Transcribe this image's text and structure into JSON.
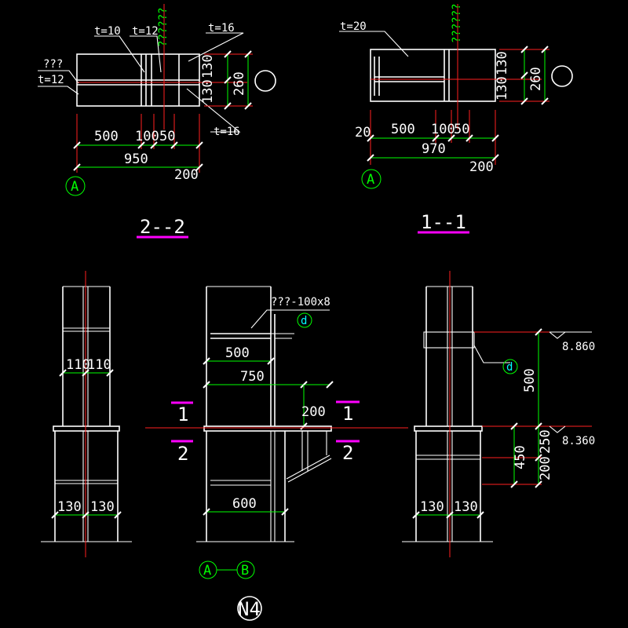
{
  "colors": {
    "background": "#000000",
    "lines": "#ffffff",
    "dimensions": "#00ff00",
    "centerlines": "#ff2020",
    "section_marks": "#ff00ff",
    "detail_bubble": "#00ffff"
  },
  "sections": {
    "s22": {
      "title": "2--2",
      "t10": "t=10",
      "t12": "t=12",
      "t16_top": "t=16",
      "t16_bot": "t=16",
      "unknown_left": "???",
      "t12_left": "t=12",
      "vertical_q": "??????",
      "dim_500": "500",
      "dim_100": "100",
      "dim_50": "50",
      "dim_950": "950",
      "dim_200": "200",
      "dim_260": "260",
      "dim_130a": "130",
      "dim_130b": "130",
      "axis": "A"
    },
    "s11": {
      "title": "1--1",
      "t20": "t=20",
      "vertical_q": "??????",
      "dim_20": "20",
      "dim_500": "500",
      "dim_100": "100",
      "dim_50": "50",
      "dim_970": "970",
      "dim_200": "200",
      "dim_260": "260",
      "dim_130a": "130",
      "dim_130b": "130",
      "axis": "A"
    }
  },
  "elevation_left": {
    "dim_110a": "110",
    "dim_110b": "110",
    "dim_130a": "130",
    "dim_130b": "130"
  },
  "elevation_mid": {
    "plate_label": "???-100x8",
    "detail": "d",
    "dim_500": "500",
    "dim_750": "750",
    "dim_200": "200",
    "dim_600": "600",
    "cut1_left": "1",
    "cut1_right": "1",
    "cut2_left": "2",
    "cut2_right": "2",
    "axis_a": "A",
    "axis_b": "B"
  },
  "elevation_right": {
    "detail": "d",
    "level_top": "8.860",
    "level_bot": "8.360",
    "dim_500": "500",
    "dim_250": "250",
    "dim_450": "450",
    "dim_200": "200",
    "dim_130a": "130",
    "dim_130b": "130"
  },
  "node_label": "N4"
}
